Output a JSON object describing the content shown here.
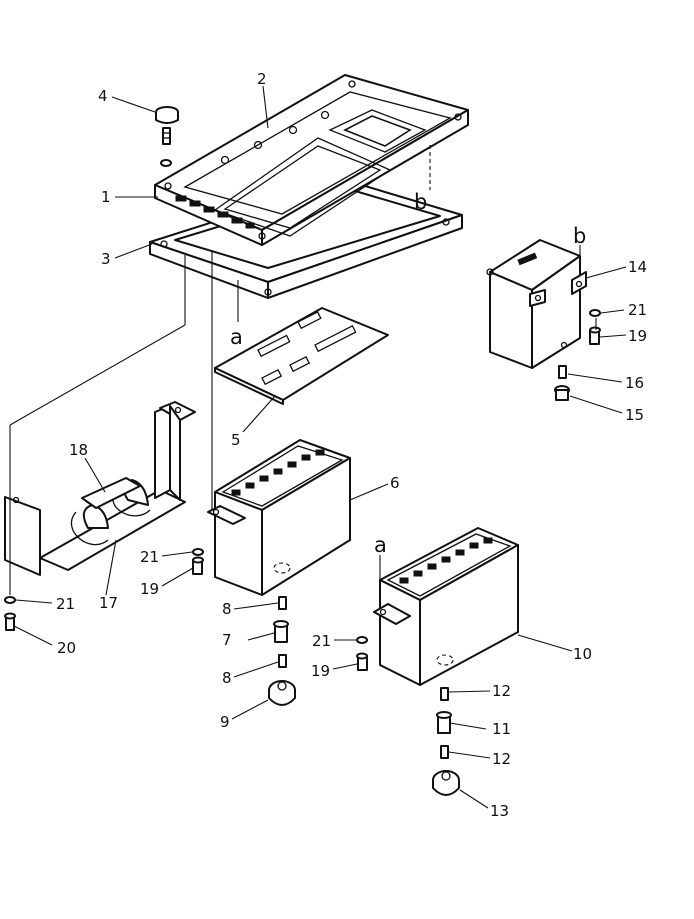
{
  "callouts": [
    {
      "id": "c1",
      "text": "1"
    },
    {
      "id": "c2",
      "text": "2"
    },
    {
      "id": "c3",
      "text": "3"
    },
    {
      "id": "c4",
      "text": "4"
    },
    {
      "id": "c5",
      "text": "5"
    },
    {
      "id": "c6",
      "text": "6"
    },
    {
      "id": "c7",
      "text": "7"
    },
    {
      "id": "c8a",
      "text": "8"
    },
    {
      "id": "c8b",
      "text": "8"
    },
    {
      "id": "c9",
      "text": "9"
    },
    {
      "id": "c10",
      "text": "10"
    },
    {
      "id": "c11",
      "text": "11"
    },
    {
      "id": "c12a",
      "text": "12"
    },
    {
      "id": "c12b",
      "text": "12"
    },
    {
      "id": "c13",
      "text": "13"
    },
    {
      "id": "c14",
      "text": "14"
    },
    {
      "id": "c15",
      "text": "15"
    },
    {
      "id": "c16",
      "text": "16"
    },
    {
      "id": "c17",
      "text": "17"
    },
    {
      "id": "c18",
      "text": "18"
    },
    {
      "id": "c19a",
      "text": "19"
    },
    {
      "id": "c19b",
      "text": "19"
    },
    {
      "id": "c19c",
      "text": "19"
    },
    {
      "id": "c20",
      "text": "20"
    },
    {
      "id": "c21a",
      "text": "21"
    },
    {
      "id": "c21b",
      "text": "21"
    },
    {
      "id": "c21c",
      "text": "21"
    },
    {
      "id": "c21d",
      "text": "21"
    }
  ],
  "refs": {
    "a_upper": "a",
    "a_lower": "a",
    "b_upper": "b",
    "b_lower": "b"
  }
}
